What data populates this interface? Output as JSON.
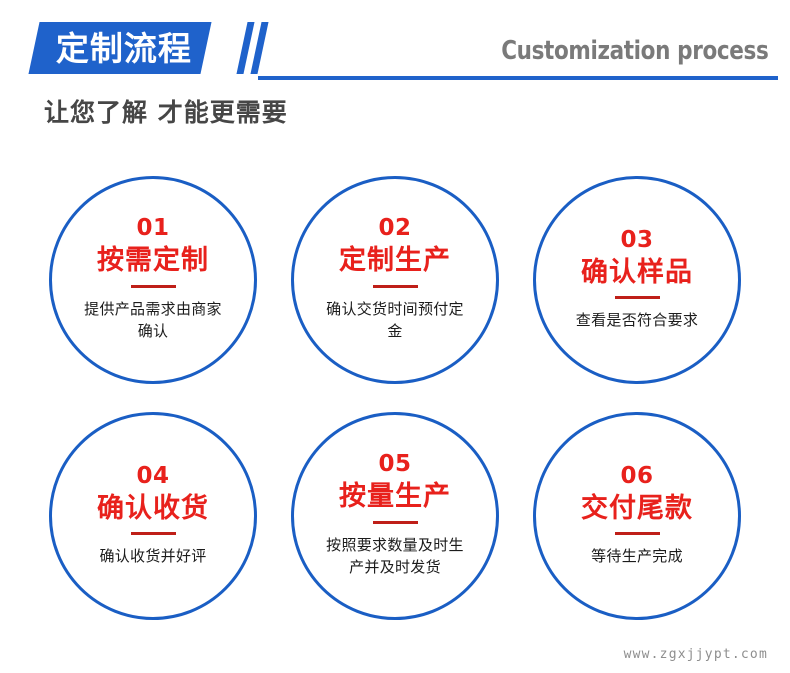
{
  "header": {
    "banner_title": "定制流程",
    "english_title": "Customization process",
    "subtitle": "让您了解 才能更需要",
    "banner_color": "#1f62cb",
    "rule_color": "#1f62cb",
    "english_color": "#7a7a7a",
    "subtitle_color": "#464646"
  },
  "theme": {
    "circle_stroke": "#1a5ec4",
    "accent_red": "#e8211c",
    "divider_red": "#bf1f18",
    "background": "#ffffff",
    "body_text": "#1c1c1c"
  },
  "steps": [
    {
      "number": "01",
      "title": "按需定制",
      "description": "提供产品需求由商家确认"
    },
    {
      "number": "02",
      "title": "定制生产",
      "description": "确认交货时间预付定金"
    },
    {
      "number": "03",
      "title": "确认样品",
      "description": "查看是否符合要求"
    },
    {
      "number": "04",
      "title": "确认收货",
      "description": "确认收货并好评"
    },
    {
      "number": "05",
      "title": "按量生产",
      "description": "按照要求数量及时生产并及时发货"
    },
    {
      "number": "06",
      "title": "交付尾款",
      "description": "等待生产完成"
    }
  ],
  "watermark": {
    "text": "www.zgxjjypt.com"
  }
}
